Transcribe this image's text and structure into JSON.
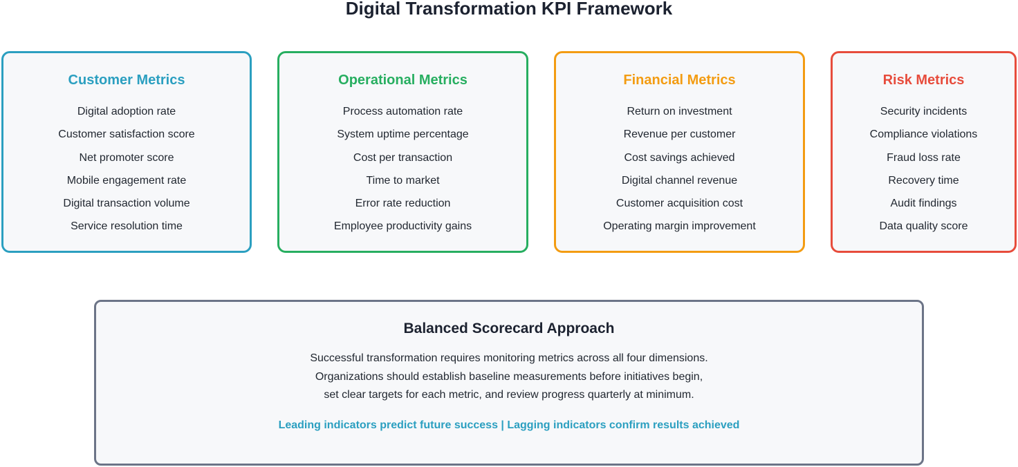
{
  "title": "Digital Transformation KPI Framework",
  "categories": [
    {
      "title": "Customer Metrics",
      "color": "#2b9fc0",
      "items": [
        "Digital adoption rate",
        "Customer satisfaction score",
        "Net promoter score",
        "Mobile engagement rate",
        "Digital transaction volume",
        "Service resolution time"
      ]
    },
    {
      "title": "Operational Metrics",
      "color": "#27ae60",
      "items": [
        "Process automation rate",
        "System uptime percentage",
        "Cost per transaction",
        "Time to market",
        "Error rate reduction",
        "Employee productivity gains"
      ]
    },
    {
      "title": "Financial Metrics",
      "color": "#f39c12",
      "items": [
        "Return on investment",
        "Revenue per customer",
        "Cost savings achieved",
        "Digital channel revenue",
        "Customer acquisition cost",
        "Operating margin improvement"
      ]
    },
    {
      "title": "Risk Metrics",
      "color": "#e74c3c",
      "items": [
        "Security incidents",
        "Compliance violations",
        "Fraud loss rate",
        "Recovery time",
        "Audit findings",
        "Data quality score"
      ]
    }
  ],
  "summary": {
    "title": "Balanced Scorecard Approach",
    "lines": [
      "Successful transformation requires monitoring metrics across all four dimensions.",
      "Organizations should establish baseline measurements before initiatives begin,",
      "set clear targets for each metric, and review progress quarterly at minimum."
    ],
    "highlight": "Leading indicators predict future success | Lagging indicators confirm results achieved",
    "highlight_color": "#2b9fc0",
    "border_color": "#6c7487"
  }
}
